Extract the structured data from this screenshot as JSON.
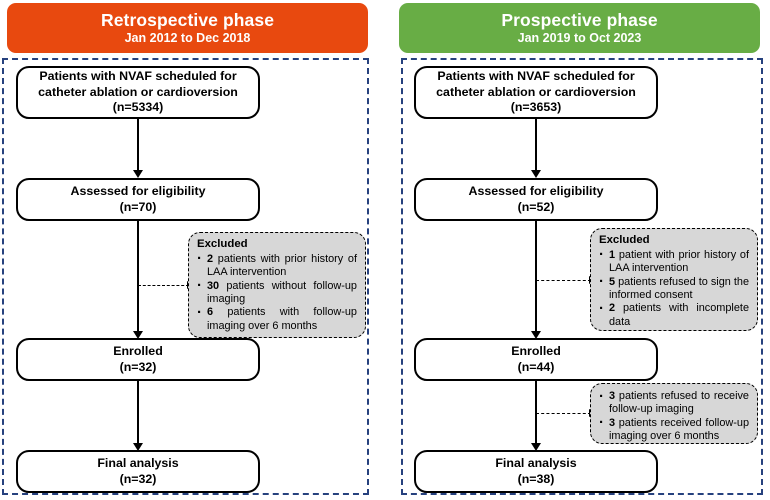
{
  "figure": {
    "type": "study-flow-diagram",
    "colors": {
      "retrospective_header": "#E8490F",
      "prospective_header": "#68AD45",
      "frame_border": "#26417E",
      "excluded_fill": "#D7D7D7",
      "box_border": "#000000",
      "header_text": "#FFFFFF"
    }
  },
  "panels": [
    {
      "id": "retrospective",
      "header": {
        "title": "Retrospective phase",
        "dates": "Jan 2012 to Dec 2018"
      },
      "boxes": [
        {
          "id": "screened",
          "lines": [
            "Patients with NVAF scheduled for",
            "catheter ablation or cardioversion",
            "(n=5334)"
          ]
        },
        {
          "id": "eligibility",
          "lines": [
            "Assessed for eligibility",
            "(n=70)"
          ]
        },
        {
          "id": "enrolled",
          "lines": [
            "Enrolled",
            "(n=32)"
          ]
        },
        {
          "id": "final",
          "lines": [
            "Final analysis",
            "(n=32)"
          ]
        }
      ],
      "excluded": [
        {
          "id": "excluded-1",
          "title": "Excluded",
          "items": [
            {
              "count": "2",
              "text": "patients with prior history of LAA intervention"
            },
            {
              "count": "30",
              "text": "patients without follow-up imaging"
            },
            {
              "count": "6",
              "text": "patients with follow-up imaging over 6 months"
            }
          ]
        }
      ]
    },
    {
      "id": "prospective",
      "header": {
        "title": "Prospective phase",
        "dates": "Jan 2019 to Oct 2023"
      },
      "boxes": [
        {
          "id": "screened",
          "lines": [
            "Patients with NVAF scheduled for",
            "catheter ablation or cardioversion",
            "(n=3653)"
          ]
        },
        {
          "id": "eligibility",
          "lines": [
            "Assessed for eligibility",
            "(n=52)"
          ]
        },
        {
          "id": "enrolled",
          "lines": [
            "Enrolled",
            "(n=44)"
          ]
        },
        {
          "id": "final",
          "lines": [
            "Final analysis",
            "(n=38)"
          ]
        }
      ],
      "excluded": [
        {
          "id": "excluded-1",
          "title": "Excluded",
          "items": [
            {
              "count": "1",
              "text": "patient with prior history of LAA intervention"
            },
            {
              "count": "5",
              "text": "patients refused to sign the informed consent"
            },
            {
              "count": "2",
              "text": "patients with incomplete data"
            }
          ]
        },
        {
          "id": "excluded-2",
          "title": "",
          "items": [
            {
              "count": "3",
              "text": "patients refused to receive follow-up imaging"
            },
            {
              "count": "3",
              "text": "patients received follow-up imaging over 6 months"
            }
          ]
        }
      ]
    }
  ]
}
